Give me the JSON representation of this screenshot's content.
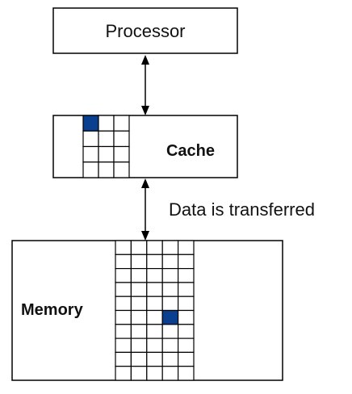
{
  "processor": {
    "label": "Processor"
  },
  "cache": {
    "label": "Cache",
    "grid": {
      "rows": 4,
      "cols": 3,
      "highlight": [
        [
          0,
          0
        ]
      ]
    }
  },
  "memory": {
    "label": "Memory",
    "grid": {
      "rows": 10,
      "cols": 5,
      "highlight": [
        [
          5,
          3
        ]
      ]
    }
  },
  "transfer": {
    "label": "Data is transferred"
  },
  "colors": {
    "highlight": "#0a3f8f",
    "stroke": "#000000"
  }
}
